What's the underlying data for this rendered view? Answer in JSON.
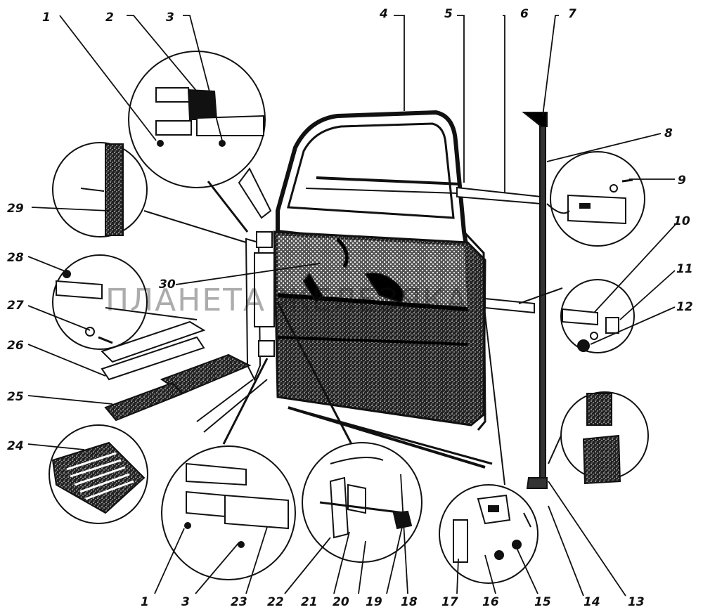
{
  "diagram": {
    "callouts": [
      "1",
      "2",
      "3",
      "4",
      "5",
      "6",
      "7",
      "8",
      "9",
      "10",
      "11",
      "12",
      "13",
      "14",
      "15",
      "16",
      "17",
      "18",
      "19",
      "20",
      "21",
      "22",
      "23",
      "24",
      "25",
      "26",
      "27",
      "28",
      "29",
      "30"
    ],
    "callouts_bottom": [
      "1",
      "3",
      "23",
      "22",
      "21",
      "20",
      "19",
      "18",
      "17",
      "16",
      "15",
      "14",
      "13"
    ],
    "watermark": "ПЛАНЕТА ЖЕЛЕЗЯКА"
  }
}
